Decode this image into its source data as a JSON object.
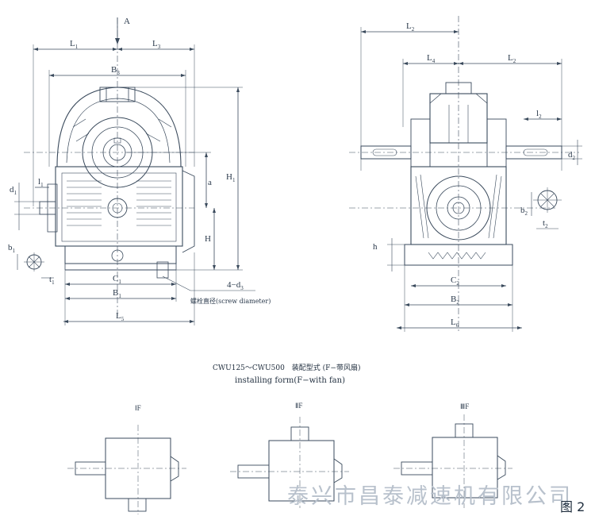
{
  "labels": {
    "A": "A",
    "L1": "L",
    "L1s": "1",
    "L3": "L",
    "L3s": "3",
    "B3": "B",
    "B3s": "3",
    "d1": "d",
    "d1s": "1",
    "l1": "l",
    "l1s": "1",
    "a": "a",
    "H1": "H",
    "H1s": "1",
    "H": "H",
    "b1": "b",
    "b1s": "1",
    "t1": "t",
    "t1s": "1",
    "C1": "C",
    "C1s": "1",
    "B1": "B",
    "B1s": "1",
    "L5": "L",
    "L5s": "5",
    "d3": "4−d",
    "d3s": "3",
    "screw": "螺栓直径(screw diameter)",
    "L2top": "L",
    "L2tops": "2",
    "L4": "L",
    "L4s": "4",
    "L2": "L",
    "L2s": "2",
    "l2": "l",
    "l2s": "2",
    "d2": "d",
    "d2s": "2",
    "b2": "b",
    "b2s": "2",
    "t2": "t",
    "t2s": "2",
    "h": "h",
    "C2": "C",
    "C2s": "2",
    "B2": "B",
    "B2s": "2",
    "L6": "L",
    "L6s": "6"
  },
  "caption_line1": "CWU125～CWU500　装配型式 (F−带风扇)",
  "caption_line2": "installing form(F−with fan)",
  "forms": [
    "ⅠF",
    "ⅡF",
    "ⅢF"
  ],
  "watermark": "泰兴市昌泰减速机有限公司",
  "figure_label": "图 2"
}
